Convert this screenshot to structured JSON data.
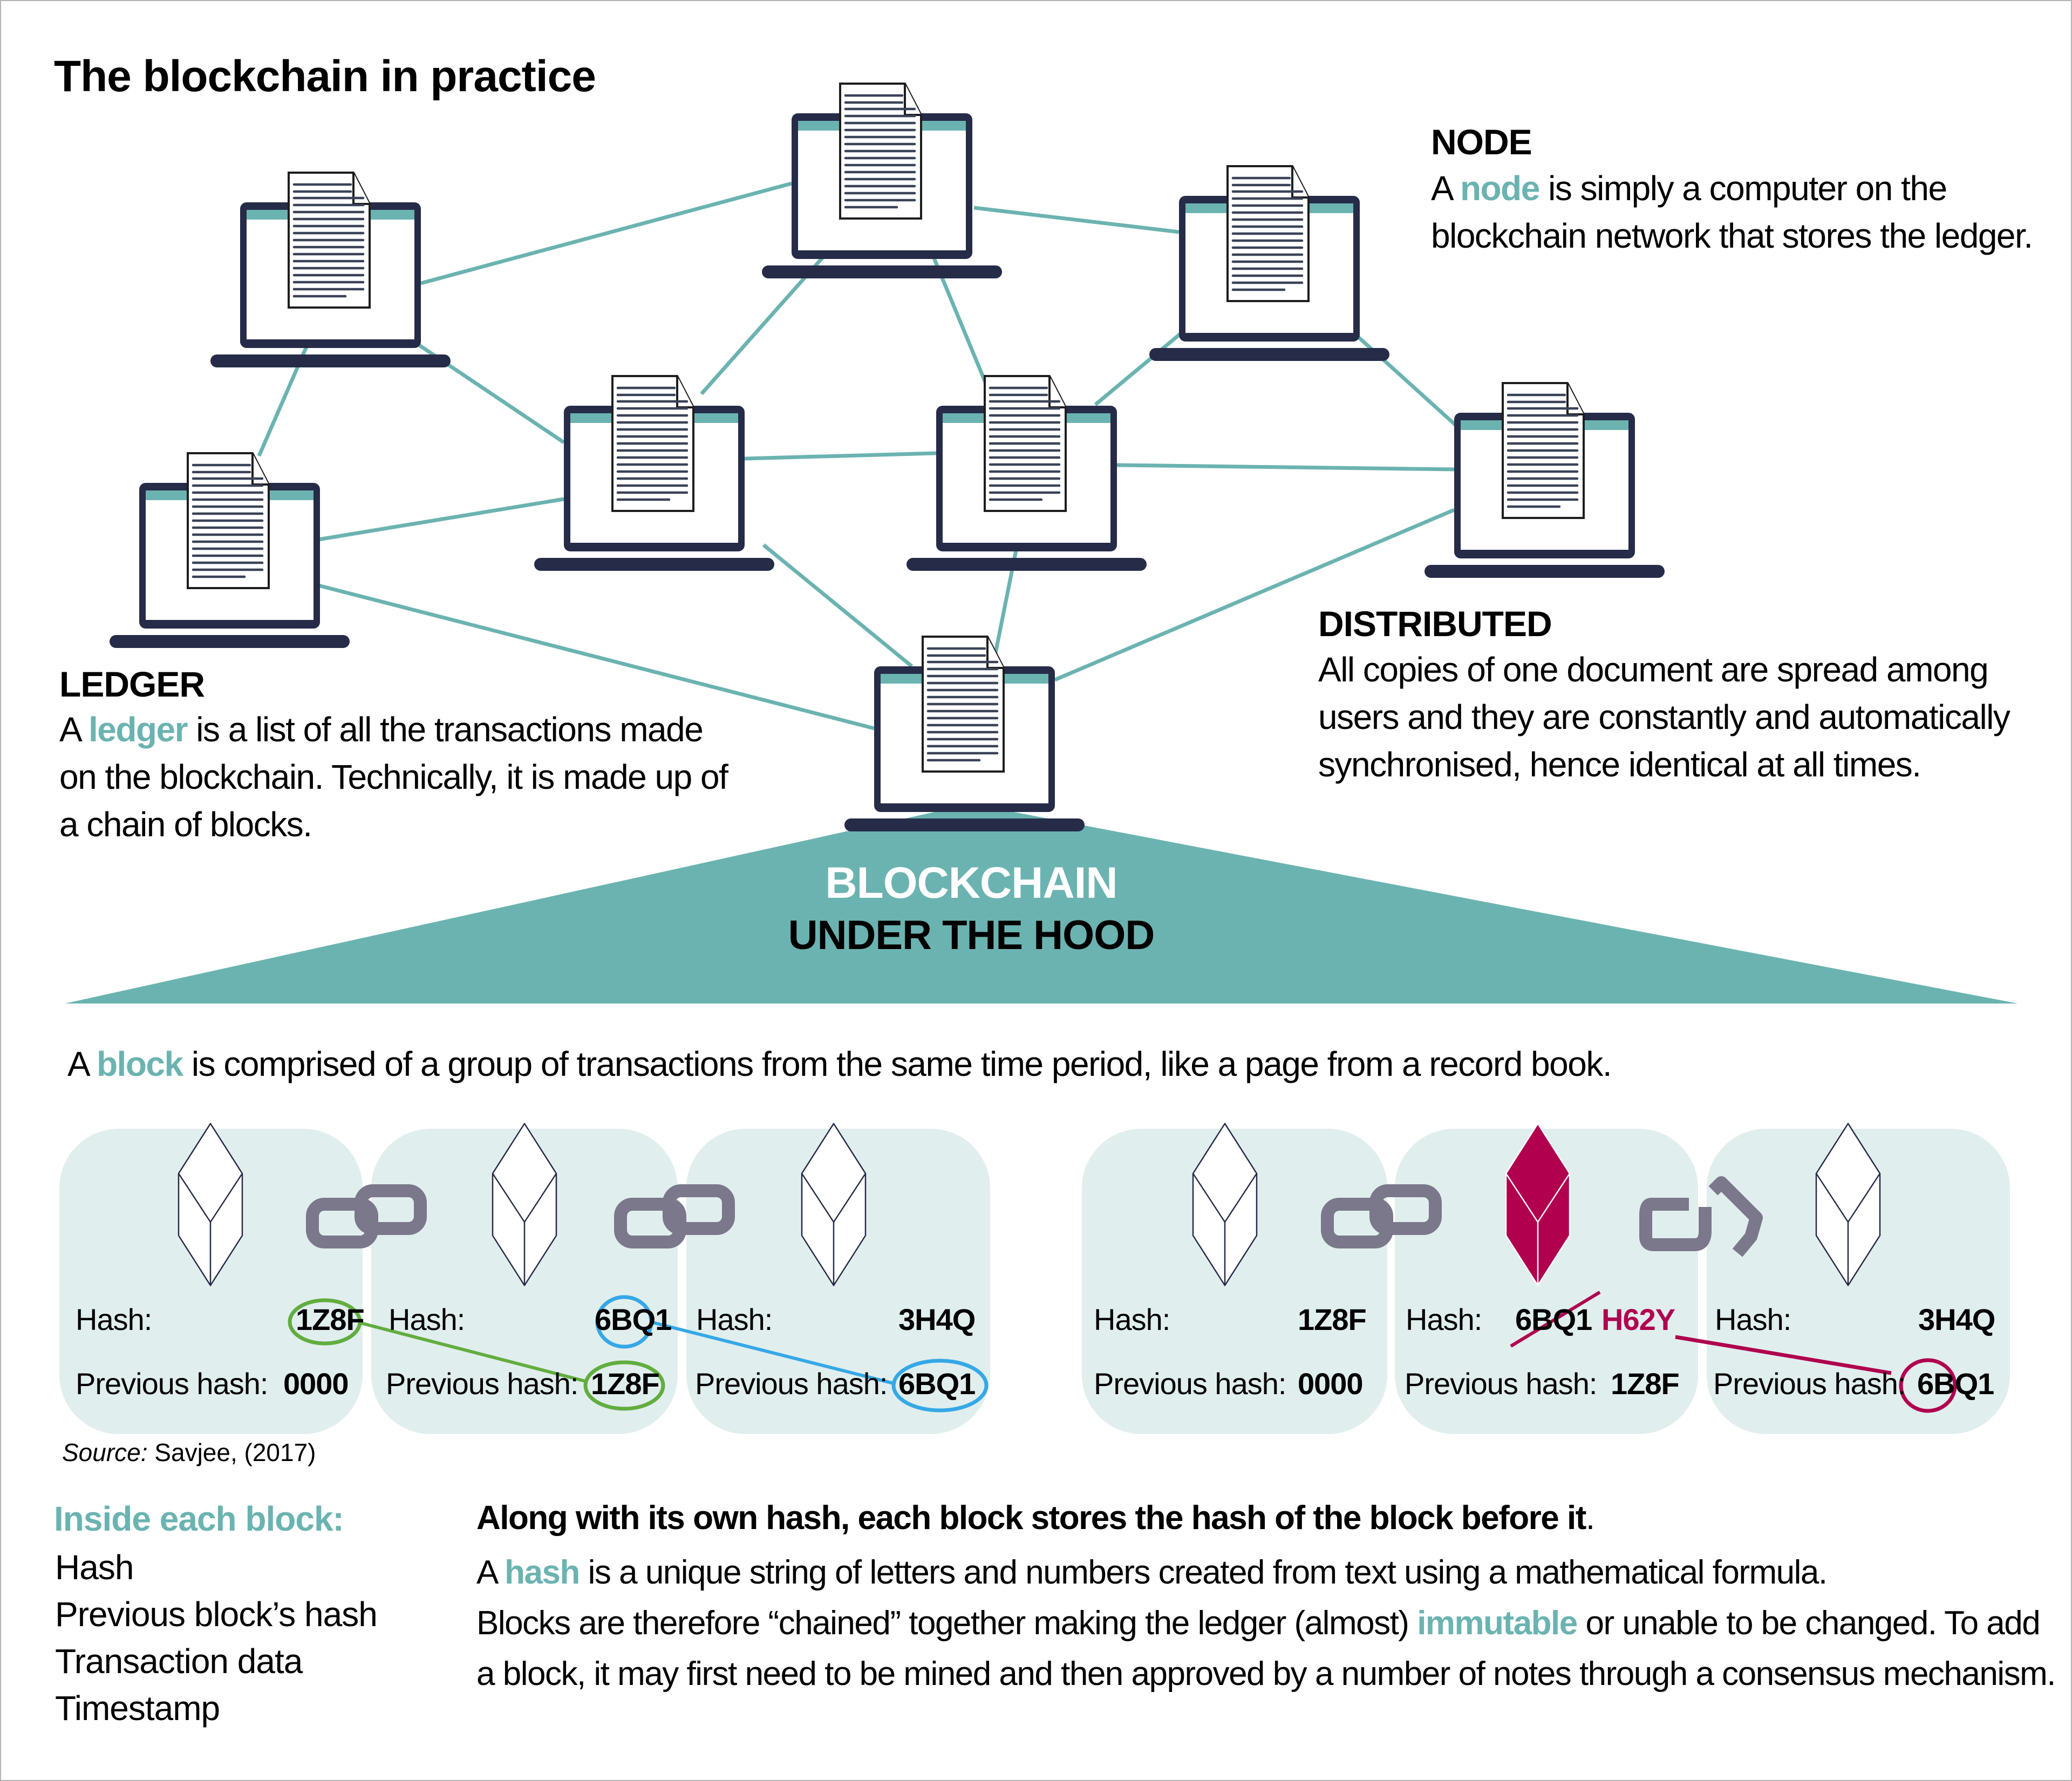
{
  "title": "The blockchain in practice",
  "colors": {
    "accent": "#6bb3b1",
    "node_dark": "#262b48",
    "panel_bg": "#e1eeee",
    "chain_link": "#7a788a",
    "tampered": "#b0004e",
    "green_link": "#62ad3f",
    "blue_link": "#35a8e6"
  },
  "node_section": {
    "heading": "NODE",
    "lead": "A ",
    "keyword": "node",
    "rest": " is simply a computer on the blockchain network that stores the ledger."
  },
  "ledger_section": {
    "heading": "LEDGER",
    "lead": "A ",
    "keyword": "ledger",
    "rest": " is a list of all the transactions made on the blockchain. Technically, it is made up of a chain of blocks."
  },
  "distributed_section": {
    "heading": "DISTRIBUTED",
    "text": "All copies of one document are spread among users and they are constantly and automatically synchronised, hence identical at all times."
  },
  "banner": {
    "line1": "BLOCKCHAIN",
    "line2": "UNDER THE HOOD"
  },
  "block_description": {
    "lead": "A ",
    "keyword": "block",
    "rest": " is comprised of a group of transactions from the same time period, like a page from a record book."
  },
  "valid_chain": {
    "blocks": [
      {
        "hash_label": "Hash:",
        "hash": "1Z8F",
        "prev_label": "Previous hash:",
        "prev_hash": "0000"
      },
      {
        "hash_label": "Hash:",
        "hash": "6BQ1",
        "prev_label": "Previous hash:",
        "prev_hash": "1Z8F"
      },
      {
        "hash_label": "Hash:",
        "hash": "3H4Q",
        "prev_label": "Previous hash:",
        "prev_hash": "6BQ1"
      }
    ]
  },
  "tampered_chain": {
    "blocks": [
      {
        "hash_label": "Hash:",
        "hash": "1Z8F",
        "prev_label": "Previous hash:",
        "prev_hash": "0000"
      },
      {
        "hash_label": "Hash:",
        "hash": "6BQ1",
        "new_hash": "H62Y",
        "prev_label": "Previous hash:",
        "prev_hash": "1Z8F"
      },
      {
        "hash_label": "Hash:",
        "hash": "3H4Q",
        "prev_label": "Previous hash:",
        "prev_hash": "6BQ1"
      }
    ]
  },
  "source": {
    "label": "Source:",
    "text": " Savjee, (2017)"
  },
  "inside_block": {
    "title": "Inside each block:",
    "items": [
      "Hash",
      "Previous block’s hash",
      "Transaction data",
      "Timestamp"
    ]
  },
  "explanation": {
    "headline": "Along with its own hash, each block stores the hash of the block before it",
    "headline_end": ".",
    "p1_lead": "A ",
    "p1_keyword": "hash",
    "p1_rest": " is a unique string of letters and numbers created from text using a mathematical formula.",
    "p2_lead": "Blocks are therefore “chained” together making the ledger (almost) ",
    "p2_keyword": "immutable",
    "p2_rest": " or unable to be changed. To add a block, it may first need to be mined and then approved by a number of notes through a consensus mechanism."
  }
}
